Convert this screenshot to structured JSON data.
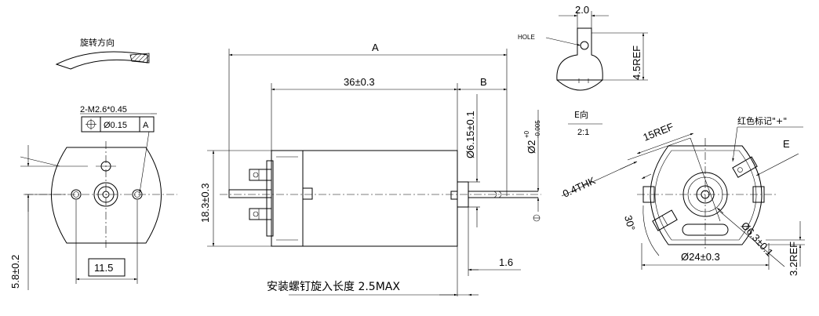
{
  "front_view": {
    "rotation_label": "旋转方向",
    "screw_label": "2-M2.6*0.45",
    "tol_symbol": "⌖",
    "tol_value": "Ø0.15",
    "tol_datum": "A",
    "dim_width": "11.5",
    "dim_height": "5.8±0.2"
  },
  "side_view": {
    "dim_a": "A",
    "dim_36": "36±0.3",
    "dim_b": "B",
    "dim_615": "Ø6.15±0.1",
    "dim_shaft": "Ø2",
    "dim_shaft_tol_up": "+0",
    "dim_shaft_tol_dn": "-0.005",
    "dim_height": "18.3±0.3",
    "dim_16": "1.6",
    "screw_note": "安装螺钉旋入长度 2.5MAX"
  },
  "terminal_detail": {
    "dim_20": "2.0",
    "hole_label": "HOLE",
    "dim_45": "4.5REF",
    "view_label": "E向",
    "scale_label": "2:1"
  },
  "rear_view": {
    "dim_15ref": "15REF",
    "dim_04thk": "0.4THK",
    "red_mark_label": "红色标记\"+\"",
    "e_label": "E",
    "angle_30": "30°",
    "dim_24": "Ø24±0.3",
    "dim_63": "Ø6.3±0.1",
    "dim_32": "3.2REF"
  }
}
